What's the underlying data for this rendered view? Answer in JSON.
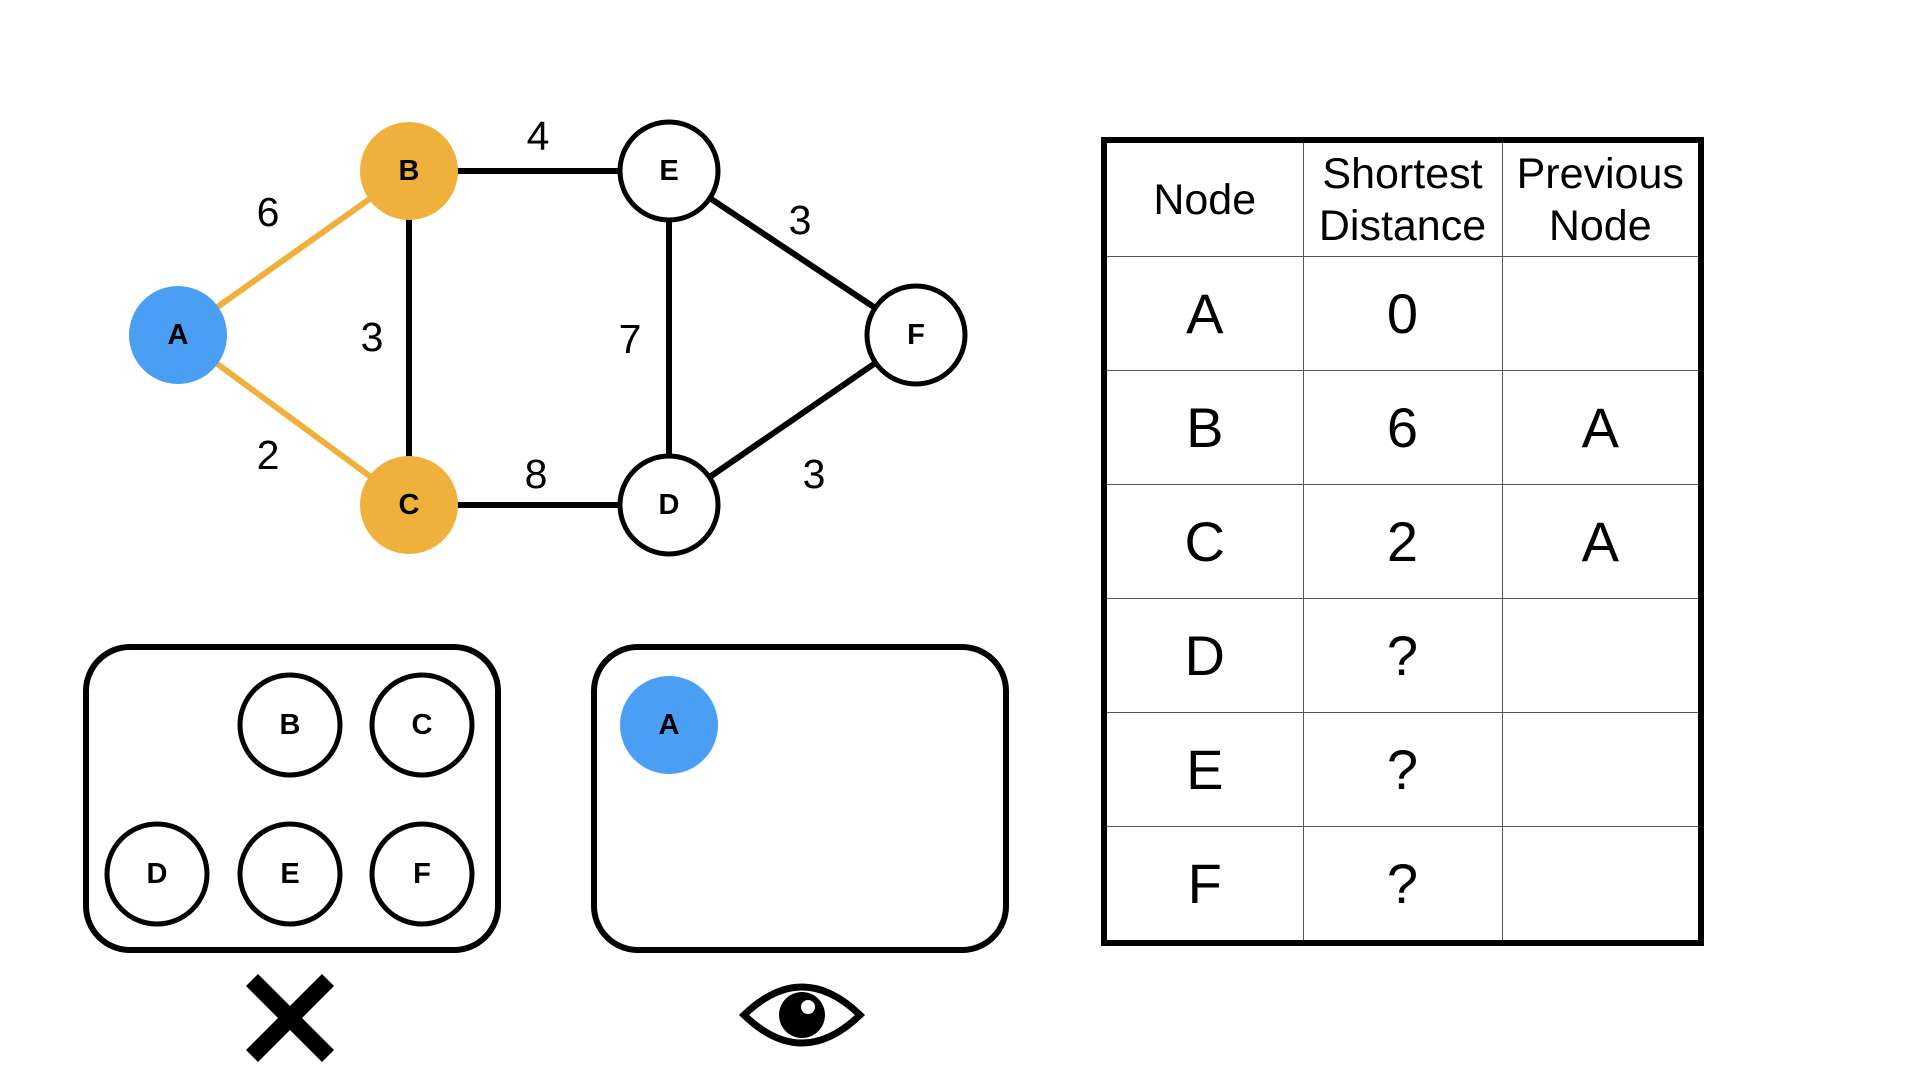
{
  "graph": {
    "nodes": [
      {
        "id": "A",
        "label": "A",
        "state": "current"
      },
      {
        "id": "B",
        "label": "B",
        "state": "neighbor"
      },
      {
        "id": "C",
        "label": "C",
        "state": "neighbor"
      },
      {
        "id": "D",
        "label": "D",
        "state": "default"
      },
      {
        "id": "E",
        "label": "E",
        "state": "default"
      },
      {
        "id": "F",
        "label": "F",
        "state": "default"
      }
    ],
    "edges": [
      {
        "from": "A",
        "to": "B",
        "weight": "6",
        "highlighted": true
      },
      {
        "from": "A",
        "to": "C",
        "weight": "2",
        "highlighted": true
      },
      {
        "from": "B",
        "to": "C",
        "weight": "3",
        "highlighted": false
      },
      {
        "from": "B",
        "to": "E",
        "weight": "4",
        "highlighted": false
      },
      {
        "from": "C",
        "to": "D",
        "weight": "8",
        "highlighted": false
      },
      {
        "from": "E",
        "to": "D",
        "weight": "7",
        "highlighted": false
      },
      {
        "from": "E",
        "to": "F",
        "weight": "3",
        "highlighted": false
      },
      {
        "from": "D",
        "to": "F",
        "weight": "3",
        "highlighted": false
      }
    ]
  },
  "unvisited_set": {
    "nodes": [
      "B",
      "C",
      "D",
      "E",
      "F"
    ],
    "marker_icon": "cross-icon"
  },
  "visited_set": {
    "nodes": [
      "A"
    ],
    "marker_icon": "eye-icon"
  },
  "table": {
    "headers": {
      "node": "Node",
      "distance": [
        "Shortest",
        "Distance"
      ],
      "previous": [
        "Previous",
        "Node"
      ]
    },
    "rows": [
      {
        "node": "A",
        "distance": "0",
        "previous": ""
      },
      {
        "node": "B",
        "distance": "6",
        "previous": "A"
      },
      {
        "node": "C",
        "distance": "2",
        "previous": "A"
      },
      {
        "node": "D",
        "distance": "?",
        "previous": ""
      },
      {
        "node": "E",
        "distance": "?",
        "previous": ""
      },
      {
        "node": "F",
        "distance": "?",
        "previous": ""
      }
    ]
  },
  "colors": {
    "current": "#4A9FF5",
    "neighbor": "#F0B13C",
    "default": "#FFFFFF",
    "edge": "#000000",
    "edge_highlight": "#F0B13C"
  }
}
